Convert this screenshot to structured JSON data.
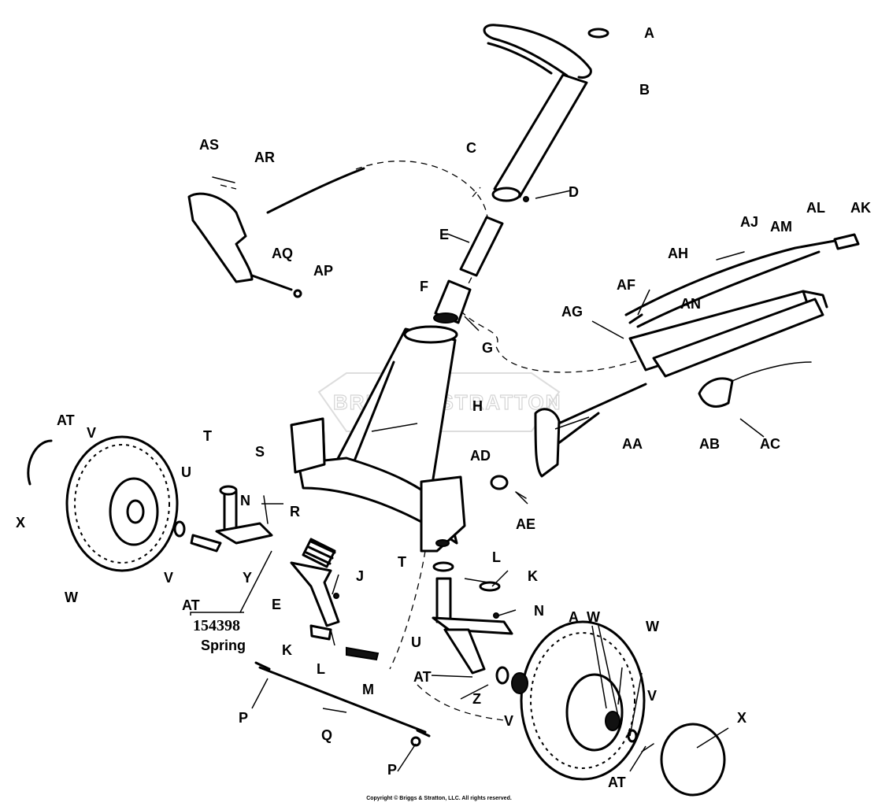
{
  "watermark": "BRIGGS&STRATTON",
  "callout": {
    "part_number": "154398",
    "part_name": "Spring"
  },
  "copyright": "Copyright © Briggs & Stratton, LLC. All rights reserved.",
  "labels": [
    {
      "text": "A"
    },
    {
      "text": "B"
    },
    {
      "text": "C"
    },
    {
      "text": "D"
    },
    {
      "text": "E"
    },
    {
      "text": "F"
    },
    {
      "text": "G"
    },
    {
      "text": "H"
    },
    {
      "text": "AS"
    },
    {
      "text": "AR"
    },
    {
      "text": "AQ"
    },
    {
      "text": "AP"
    },
    {
      "text": "AJ"
    },
    {
      "text": "AM"
    },
    {
      "text": "AL"
    },
    {
      "text": "AK"
    },
    {
      "text": "AH"
    },
    {
      "text": "AF"
    },
    {
      "text": "AG"
    },
    {
      "text": "AN"
    },
    {
      "text": "AA"
    },
    {
      "text": "AB"
    },
    {
      "text": "AC"
    },
    {
      "text": "AD"
    },
    {
      "text": "AE"
    },
    {
      "text": "AT"
    },
    {
      "text": "V"
    },
    {
      "text": "T"
    },
    {
      "text": "S"
    },
    {
      "text": "U"
    },
    {
      "text": "N"
    },
    {
      "text": "R"
    },
    {
      "text": "X"
    },
    {
      "text": "V"
    },
    {
      "text": "Y"
    },
    {
      "text": "W"
    },
    {
      "text": "AT"
    },
    {
      "text": "E"
    },
    {
      "text": "J"
    },
    {
      "text": "K"
    },
    {
      "text": "L"
    },
    {
      "text": "M"
    },
    {
      "text": "U"
    },
    {
      "text": "T"
    },
    {
      "text": "L"
    },
    {
      "text": "K"
    },
    {
      "text": "N"
    },
    {
      "text": "A"
    },
    {
      "text": "W"
    },
    {
      "text": "W"
    },
    {
      "text": "AT"
    },
    {
      "text": "Z"
    },
    {
      "text": "V"
    },
    {
      "text": "V"
    },
    {
      "text": "X"
    },
    {
      "text": "P"
    },
    {
      "text": "Q"
    },
    {
      "text": "P"
    },
    {
      "text": "AT"
    }
  ]
}
